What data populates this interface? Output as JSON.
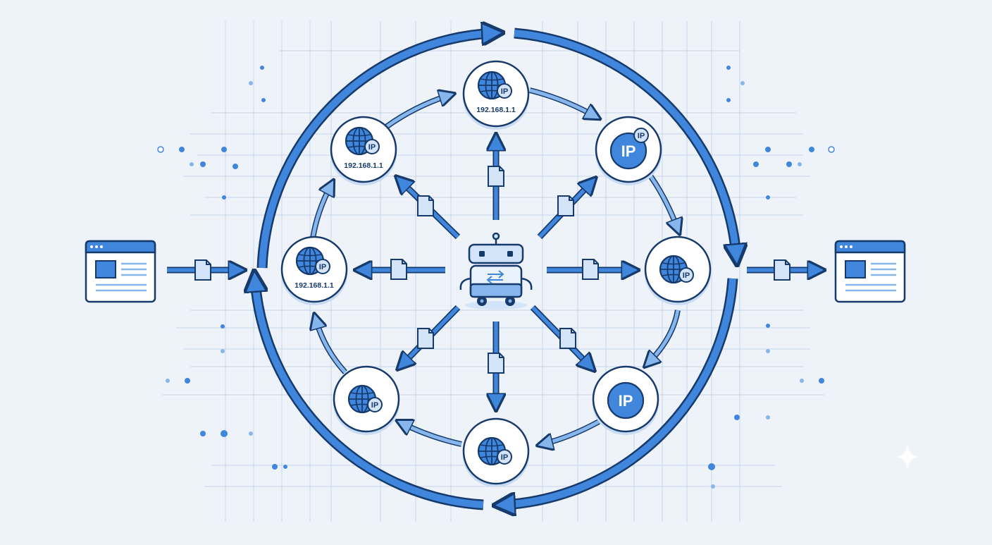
{
  "colors": {
    "background": "#eef3fa",
    "navy": "#163a6b",
    "blue": "#3f86dc",
    "light_blue": "#86b6ec",
    "pale_blue": "#d4e4f8",
    "grid": "#c6d6ea"
  },
  "center_node": {
    "icon": "robot-icon"
  },
  "proxy_nodes": [
    {
      "icon": "globe-icon",
      "badge": "IP",
      "label": "192.168.1.1"
    },
    {
      "icon": "ip-icon",
      "badge": "IP",
      "label": "IP"
    },
    {
      "icon": "globe-icon",
      "badge": "IP",
      "label": ""
    },
    {
      "icon": "ip-icon",
      "badge": "",
      "label": "IP"
    },
    {
      "icon": "globe-icon",
      "badge": "IP",
      "label": ""
    },
    {
      "icon": "globe-icon",
      "badge": "IP",
      "label": ""
    },
    {
      "icon": "globe-icon",
      "badge": "IP",
      "label": "192.168.1.1"
    },
    {
      "icon": "globe-icon",
      "badge": "IP",
      "label": "192.168.1.1"
    }
  ],
  "endpoints": [
    {
      "name": "source-browser-window",
      "icon": "browser-window-icon"
    },
    {
      "name": "target-browser-window",
      "icon": "browser-window-icon"
    }
  ],
  "packet_icon": "document-icon",
  "decor_icon": "sparkle-icon"
}
